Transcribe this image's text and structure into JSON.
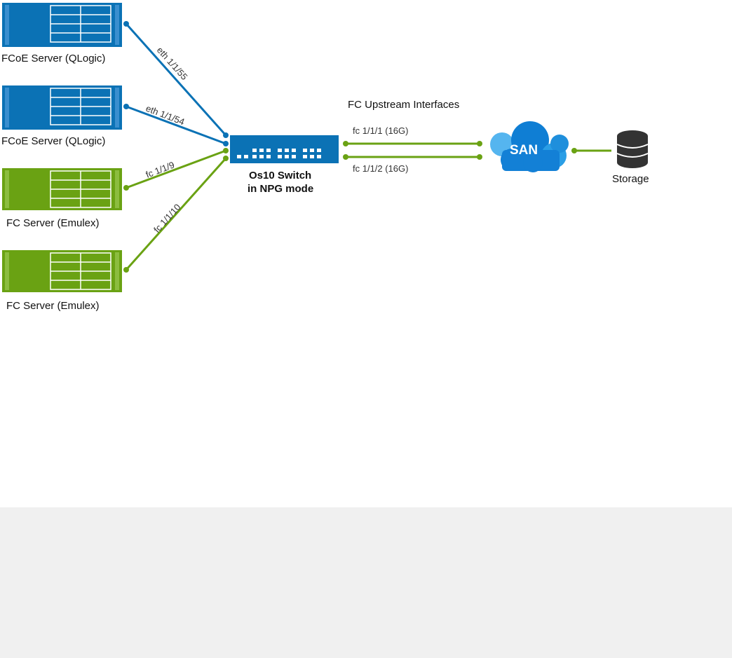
{
  "colors": {
    "fcoe_blue": "#0b72b5",
    "fc_green": "#6aa213",
    "panel_grey": "#f0f0f0",
    "storage_dark": "#333333",
    "cloud_blue": "#0f7ed4"
  },
  "servers": [
    {
      "label": "FCoE Server (QLogic)",
      "type": "fcoe"
    },
    {
      "label": "FCoE Server (QLogic)",
      "type": "fcoe"
    },
    {
      "label": "FC Server (Emulex)",
      "type": "fc"
    },
    {
      "label": "FC Server (Emulex)",
      "type": "fc"
    }
  ],
  "server_links": [
    {
      "label": "eth 1/1/55"
    },
    {
      "label": "eth 1/1/54"
    },
    {
      "label": "fc 1/1/9"
    },
    {
      "label": "fc 1/1/10"
    }
  ],
  "switch": {
    "line1": "Os10 Switch",
    "line2": "in NPG mode"
  },
  "upstream": {
    "title": "FC Upstream Interfaces",
    "link1": "fc 1/1/1 (16G)",
    "link2": "fc 1/1/2 (16G)"
  },
  "san": {
    "label": "SAN"
  },
  "storage": {
    "label": "Storage"
  }
}
